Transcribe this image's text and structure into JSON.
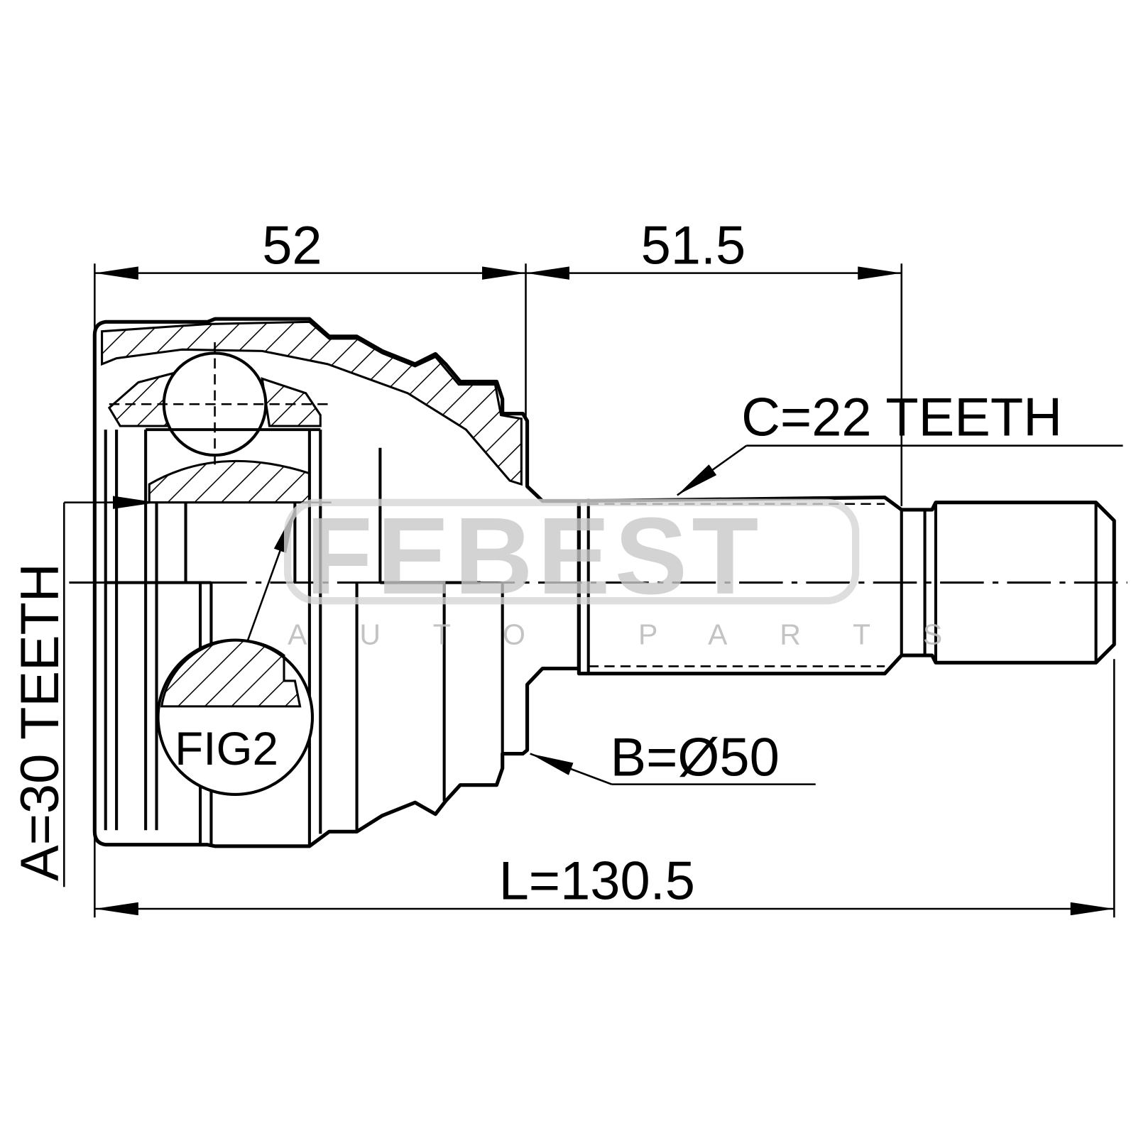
{
  "dimensions": {
    "outer_housing_length": "52",
    "shaft_length": "51.5",
    "total_length": "L=130.5",
    "abs_ring": "B=Ø50",
    "outer_spline": "C=22 TEETH",
    "inner_spline": "A=30 TEETH",
    "figure_label": "FIG2"
  },
  "watermark": {
    "brand": "FEBEST",
    "tagline": "AUTO PARTS"
  },
  "colors": {
    "line": "#000000",
    "watermark": "#d8d8d8"
  }
}
